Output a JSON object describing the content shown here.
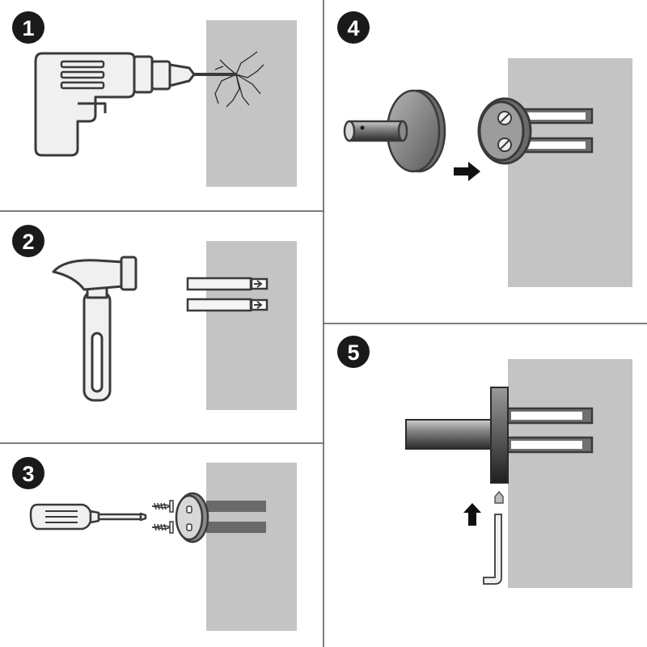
{
  "steps": [
    {
      "number": "1",
      "action": "drill"
    },
    {
      "number": "2",
      "action": "hammer-anchors"
    },
    {
      "number": "3",
      "action": "screw-base"
    },
    {
      "number": "4",
      "action": "attach-bracket"
    },
    {
      "number": "5",
      "action": "tighten-set-screw"
    }
  ],
  "colors": {
    "wall": "#c4c4c4",
    "outline": "#3a3a3a",
    "badge": "#1a1a1a",
    "divider": "#555555",
    "anchor_fill": "#f4f4f4",
    "installed_anchor": "#6a6a6a",
    "tool_fill": "#f0f0f0",
    "rod_dark": "#2a2a2a",
    "rod_light": "#9a9a9a"
  }
}
